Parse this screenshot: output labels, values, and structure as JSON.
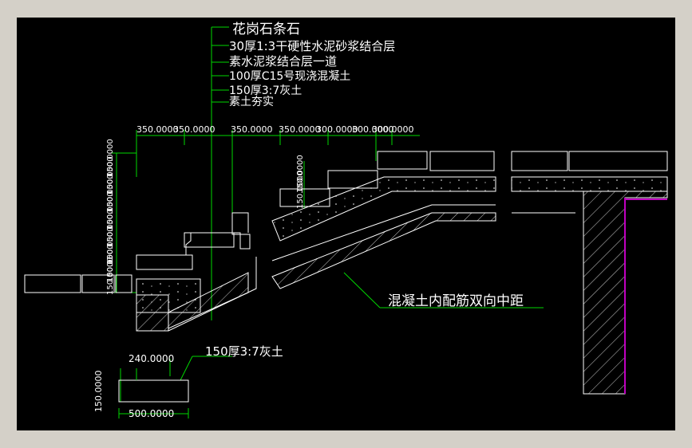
{
  "layer_labels": [
    "花岗石条石",
    "30厚1:3干硬性水泥砂浆结合层",
    "素水泥浆结合层一道",
    "100厚C15号现浇混凝土",
    "150厚3:7灰土",
    "素土夯实"
  ],
  "dims_top": [
    "350.0000",
    "350.0000",
    "350.0000",
    "350.0000",
    "300.0000",
    "300.0000",
    "300.0000"
  ],
  "dims_left": [
    "150.0000",
    "150.0000",
    "150.0000",
    "150.0000",
    "150.0000",
    "150.0000",
    "150.0000",
    "150.0000"
  ],
  "dims_mid": [
    "150.0000",
    "150.0000"
  ],
  "rebar_note": "混凝土内配筋双向中距",
  "detail": {
    "top_dim": "240.0000",
    "left_dim": "150.0000",
    "bottom_dim": "500.0000",
    "note": "150厚3:7灰土"
  },
  "colors": {
    "background": "#000000",
    "frame": "#d4d0c8",
    "lines": "#ffffff",
    "dimension": "#00d800",
    "accent": "#c000c0"
  }
}
